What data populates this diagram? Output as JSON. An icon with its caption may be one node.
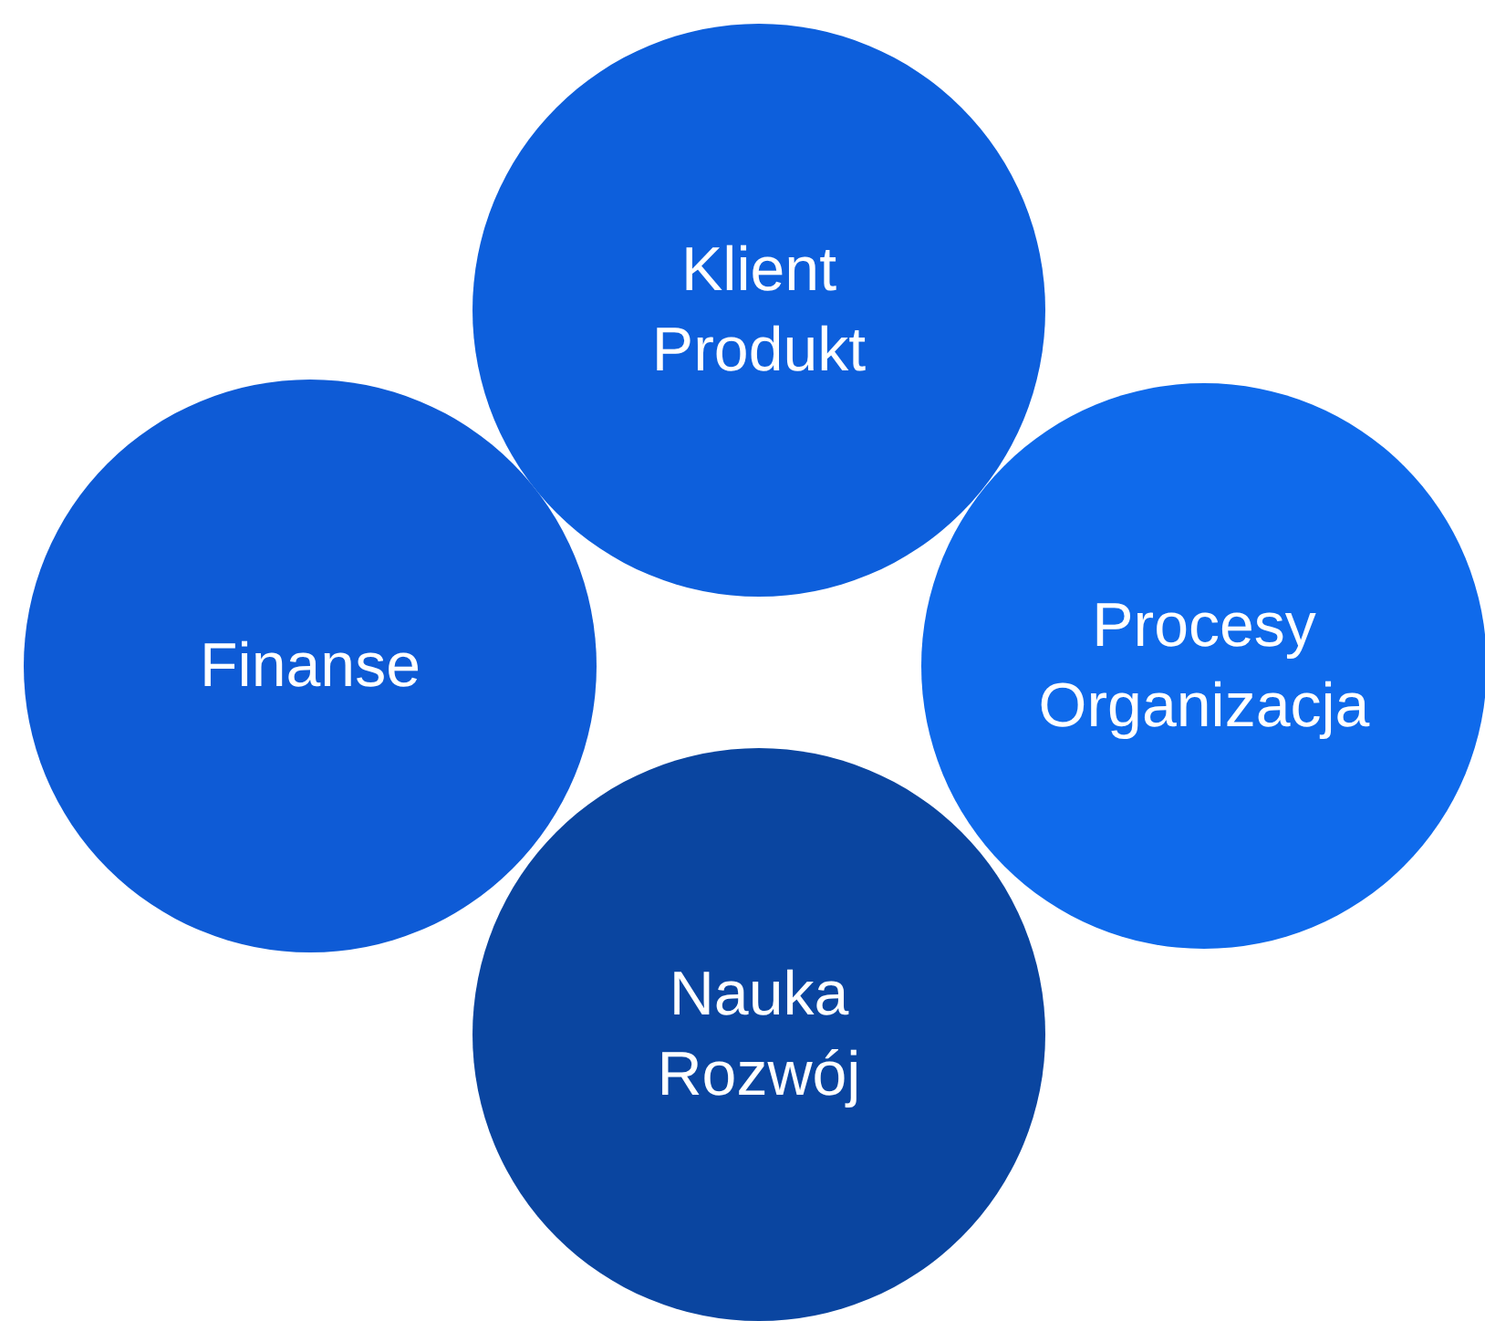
{
  "diagram": {
    "nodes": [
      {
        "text": [
          "Klient Produkt"
        ]
      },
      {
        "text": [
          "Finanse"
        ]
      },
      {
        "text": [
          "Procesy Organizacja"
        ]
      },
      {
        "text": [
          "Nauka Rozwój"
        ]
      }
    ]
  }
}
